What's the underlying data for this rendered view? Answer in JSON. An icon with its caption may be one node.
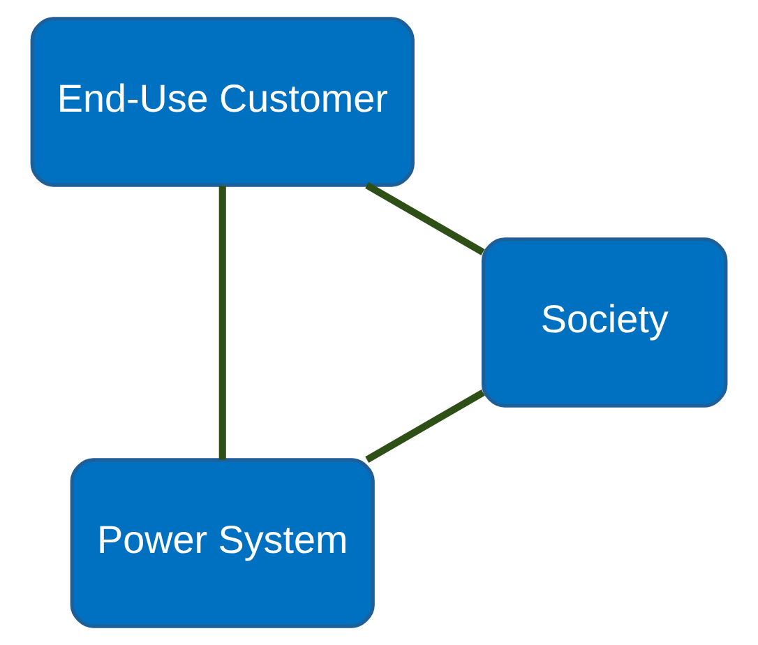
{
  "diagram": {
    "nodes": [
      {
        "text": [
          "Power System"
        ]
      },
      {
        "text": [
          "End-Use Customer"
        ]
      },
      {
        "text": [
          "Society"
        ]
      }
    ],
    "edges": [
      {
        "from": 0,
        "to": 1,
        "arrow": "none"
      },
      {
        "from": 1,
        "to": 2,
        "arrow": "none"
      },
      {
        "from": 2,
        "to": 0,
        "arrow": "none"
      }
    ]
  }
}
